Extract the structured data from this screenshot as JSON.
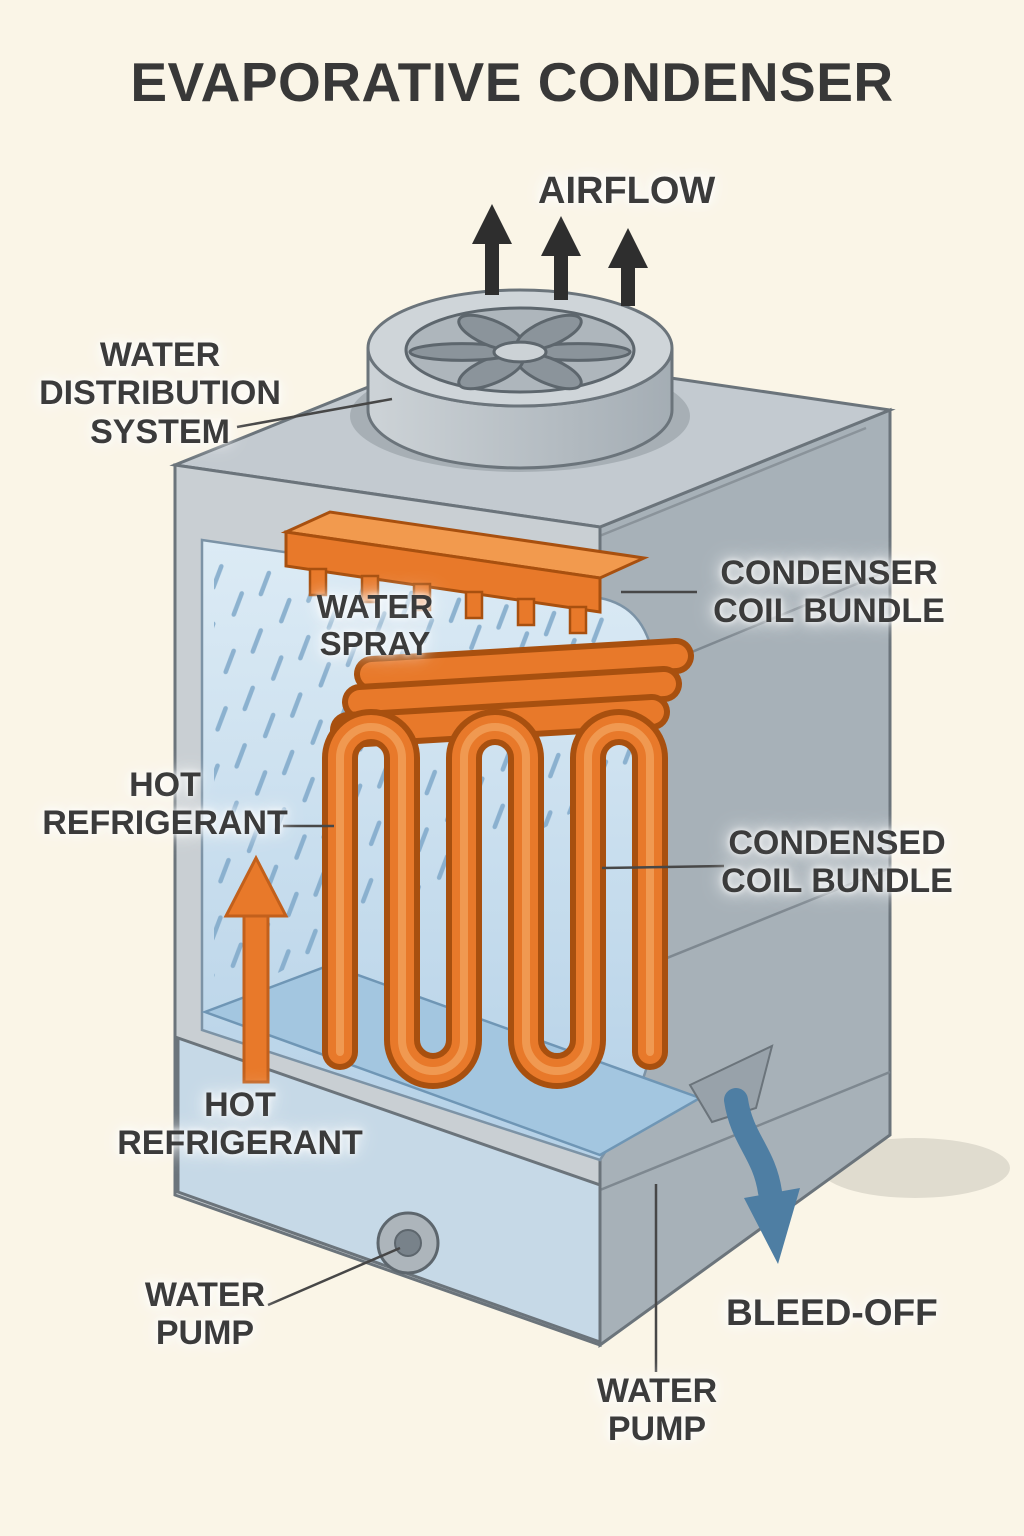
{
  "title": "EVAPORATIVE CONDENSER",
  "labels": {
    "airflow": "AIRFLOW",
    "water_distribution_system": "WATER\nDISTRIBUTION\nSYSTEM",
    "condenser_coil_bundle": "CONDENSER\nCOIL BUNDLE",
    "water_spray": "WATER\nSPRAY",
    "hot_refrigerant_upper": "HOT\nREFRIGERANT",
    "condensed_coil_bundle": "CONDENSED\nCOIL BUNDLE",
    "hot_refrigerant_lower": "HOT\nREFRIGERANT",
    "water_pump_left": "WATER\nPUMP",
    "bleed_off": "BLEED-OFF",
    "water_pump_bottom": "WATER\nPUMP"
  },
  "colors": {
    "background": "#faf5e7",
    "label_text": "#3b3b3b",
    "cabinet_top": "#c3cad0",
    "cabinet_front": "#c9cfd3",
    "cabinet_side": "#a7b1b8",
    "cabinet_outline": "#6b747b",
    "coil_orange": "#e8792a",
    "coil_outline": "#a8500f",
    "spray_blue": "#bcd6ea",
    "water_blue": "#a3c6e0",
    "basin_front_blue": "#c6d9e7",
    "bleed_off_blue": "#4e7ea3",
    "airflow_arrow": "#2e2e2e"
  }
}
